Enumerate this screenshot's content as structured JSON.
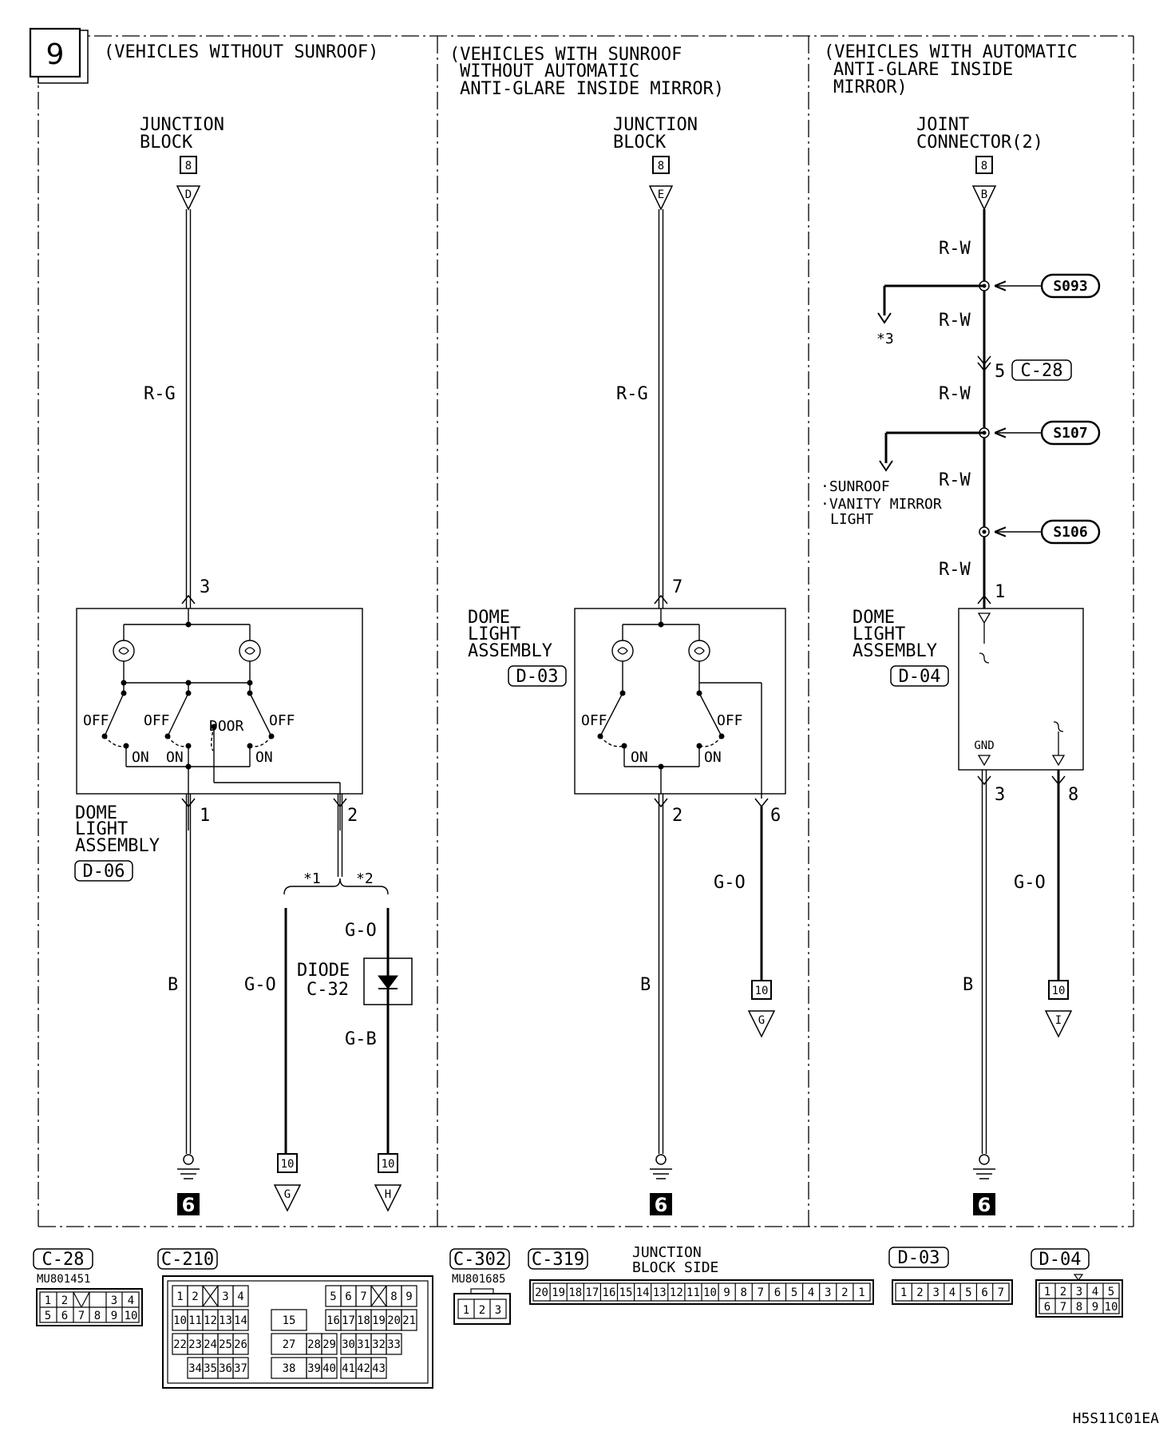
{
  "page_number": "9",
  "doc_code": "H5S11C01EA",
  "sections": [
    {
      "title_lines": [
        "(VEHICLES WITHOUT SUNROOF)"
      ]
    },
    {
      "title_lines": [
        "(VEHICLES WITH SUNROOF",
        "WITHOUT AUTOMATIC",
        "ANTI-GLARE INSIDE MIRROR)"
      ]
    },
    {
      "title_lines": [
        "(VEHICLES WITH AUTOMATIC",
        "ANTI-GLARE INSIDE",
        "MIRROR)"
      ]
    }
  ],
  "s1": {
    "source_lines": [
      "JUNCTION",
      "BLOCK"
    ],
    "source_box": "8",
    "source_tri": "D",
    "wire_top": "R-G",
    "pin_top": "3",
    "switch_labels": [
      "OFF",
      "OFF",
      "DOOR",
      "OFF",
      "ON",
      "ON",
      "ON"
    ],
    "comp_lines": [
      "DOME",
      "LIGHT",
      "ASSEMBLY"
    ],
    "comp_code": "D-06",
    "pin_b1": "1",
    "pin_b2": "2",
    "star1": "*1",
    "star2": "*2",
    "wire_b": "B",
    "wire_go": "G-O",
    "wire_go2": "G-O",
    "diode_lines": [
      "DIODE",
      "C-32"
    ],
    "wire_gb": "G-B",
    "ground": "6",
    "dest1_box": "10",
    "dest1_tri": "G",
    "dest2_box": "10",
    "dest2_tri": "H"
  },
  "s2": {
    "source_lines": [
      "JUNCTION",
      "BLOCK"
    ],
    "source_box": "8",
    "source_tri": "E",
    "wire_top": "R-G",
    "pin_top": "7",
    "switch_labels": [
      "OFF",
      "OFF",
      "ON",
      "ON"
    ],
    "comp_lines": [
      "DOME",
      "LIGHT",
      "ASSEMBLY"
    ],
    "comp_code": "D-03",
    "pin_b1": "2",
    "pin_b2": "6",
    "wire_b": "B",
    "wire_go": "G-O",
    "ground": "6",
    "dest_box": "10",
    "dest_tri": "G"
  },
  "s3": {
    "source_lines": [
      "JOINT",
      "CONNECTOR(2)"
    ],
    "source_box": "8",
    "source_tri": "B",
    "wire_rw": [
      "R-W",
      "R-W",
      "R-W",
      "R-W",
      "R-W"
    ],
    "splice1": "S093",
    "branch1": "*3",
    "pin_mid": "5",
    "conn_mid": "C-28",
    "splice2": "S107",
    "branch2_lines": [
      "·SUNROOF",
      "·VANITY MIRROR",
      "LIGHT"
    ],
    "splice3": "S106",
    "pin_top": "1",
    "comp_lines": [
      "DOME",
      "LIGHT",
      "ASSEMBLY"
    ],
    "comp_code": "D-04",
    "gnd_label": "GND",
    "pin_b1": "3",
    "pin_b2": "8",
    "wire_b": "B",
    "wire_go": "G-O",
    "ground": "6",
    "dest_box": "10",
    "dest_tri": "I"
  },
  "connectors": {
    "c28": {
      "code": "C-28",
      "part": "MU801451",
      "row1": [
        "1",
        "2",
        "",
        "3",
        "4"
      ],
      "row2": [
        "5",
        "6",
        "7",
        "8",
        "9",
        "10"
      ]
    },
    "c210": {
      "code": "C-210",
      "r1": [
        "1",
        "2",
        "3",
        "4",
        "5",
        "6",
        "7",
        "8",
        "9"
      ],
      "r2": [
        "10",
        "11",
        "12",
        "13",
        "14",
        "15",
        "16",
        "17",
        "18",
        "19",
        "20",
        "21"
      ],
      "r3": [
        "22",
        "23",
        "24",
        "25",
        "26",
        "27",
        "28",
        "29",
        "30",
        "31",
        "32",
        "33"
      ],
      "r4": [
        "34",
        "35",
        "36",
        "37",
        "38",
        "39",
        "40",
        "41",
        "42",
        "43"
      ]
    },
    "c302": {
      "code": "C-302",
      "part": "MU801685",
      "pins": [
        "1",
        "2",
        "3"
      ]
    },
    "c319": {
      "code": "C-319",
      "label_lines": [
        "JUNCTION",
        "BLOCK SIDE"
      ],
      "pins": [
        "20",
        "19",
        "18",
        "17",
        "16",
        "15",
        "14",
        "13",
        "12",
        "11",
        "10",
        "9",
        "8",
        "7",
        "6",
        "5",
        "4",
        "3",
        "2",
        "1"
      ]
    },
    "d03": {
      "code": "D-03",
      "pins": [
        "1",
        "2",
        "3",
        "4",
        "5",
        "6",
        "7"
      ]
    },
    "d04": {
      "code": "D-04",
      "row1": [
        "1",
        "2",
        "3",
        "4",
        "5"
      ],
      "row2": [
        "6",
        "7",
        "8",
        "9",
        "10"
      ]
    }
  }
}
